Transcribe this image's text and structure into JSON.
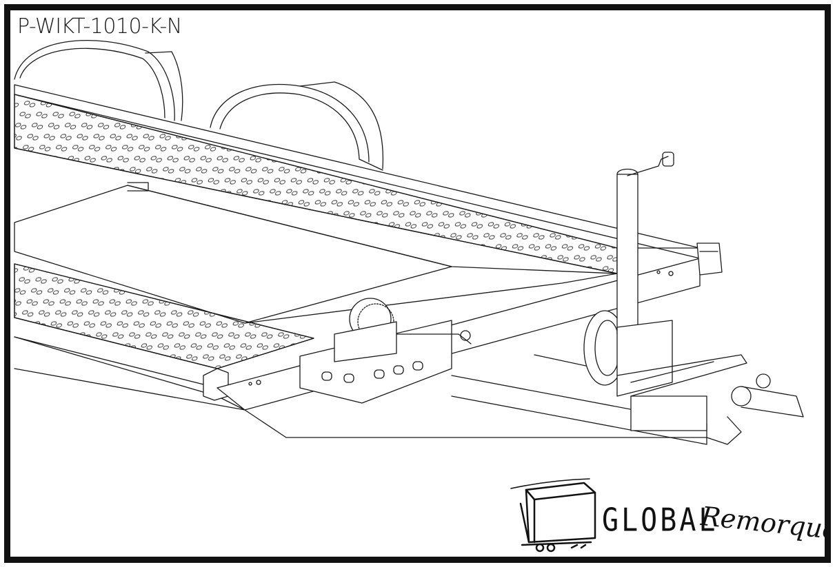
{
  "diagram": {
    "reference": "P-WIKT-1010-K-N"
  },
  "logo": {
    "word": "GLOBAL",
    "script": "Remorques"
  }
}
